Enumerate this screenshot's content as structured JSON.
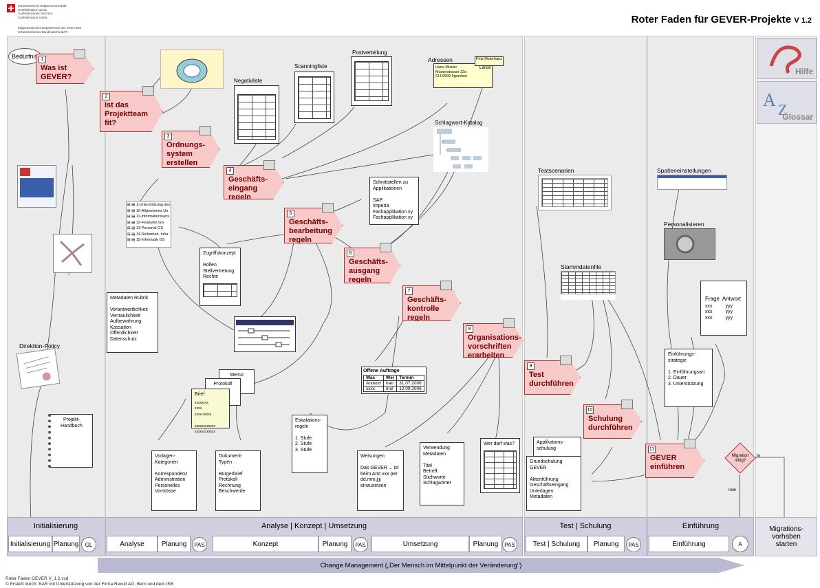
{
  "header": {
    "logo_lines": [
      "Schweizerische Eidgenossenschaft",
      "Confédération suisse",
      "Confederazione Svizzera",
      "Confederaziun svizra"
    ],
    "dept_lines": [
      "Eidgenössisches Departement des Innern EDI",
      "Schweizerisches Bundesarchiv BAR"
    ],
    "title": "Roter Faden für GEVER-Projekte",
    "version": "V 1.2"
  },
  "side_buttons": {
    "help": "Hilfe",
    "glossary": "Glossar"
  },
  "phases": {
    "init": {
      "title": "Initialisierung",
      "subs": [
        "Initialisierung",
        "Planung"
      ],
      "circle": "GL"
    },
    "analyse": {
      "title": "Analyse | Konzept | Umsetzung",
      "subs": [
        "Analyse",
        "Planung",
        "Konzept",
        "Planung",
        "Umsetzung",
        "Planung"
      ],
      "circle": "PAS"
    },
    "test": {
      "title": "Test | Schulung",
      "subs": [
        "Test | Schulung",
        "Planung"
      ],
      "circle": "PAS"
    },
    "einf": {
      "title": "Einführung",
      "subs": [
        "Einführung"
      ],
      "circle": "A"
    },
    "migration": "Migrations-\nvorhaben\nstarten"
  },
  "steps": [
    {
      "n": "1",
      "t": "Was ist\nGEVER?"
    },
    {
      "n": "2",
      "t": "Ist das\nProjektteam\nfit?"
    },
    {
      "n": "3",
      "t": "Ordnungs-\nsystem\nerstellen"
    },
    {
      "n": "4",
      "t": "Geschäfts-\neingang\nregeln"
    },
    {
      "n": "5",
      "t": "Geschäfts-\nbearbeitung\nregeln"
    },
    {
      "n": "6",
      "t": "Geschäfts-\nausgang\nregeln"
    },
    {
      "n": "7",
      "t": "Geschäfts-\nkontrolle\nregeln"
    },
    {
      "n": "8",
      "t": "Organisations-\nvorschriften\nerarbeiten"
    },
    {
      "n": "9",
      "t": "Test\ndurchführen"
    },
    {
      "n": "10",
      "t": "Schulung\ndurchführen"
    },
    {
      "n": "11",
      "t": "GEVER\neinführen"
    }
  ],
  "labels": {
    "beduerfnis": "Bedürfnis",
    "direktion": "Direktion-Policy",
    "projekthandbuch": "Projekt-\nHandbuch",
    "negativliste": "Negativliste",
    "scanningliste": "Scanningliste",
    "postverteilung": "Postverteilung",
    "adressen": "Adressen",
    "schlagwort": "Schlagwort-Katalog",
    "testscenarien": "Testscenarien",
    "spalten": "Spalteneinstellungen",
    "personalisieren": "Personalisieren",
    "stammdaten": "Stammdatenfile",
    "wer_darf": "Wer darf was?",
    "memo": "Memo",
    "protokoll": "Protokoll",
    "brief": "Brief"
  },
  "address": {
    "name": "Fritz Meierhans",
    "lines": "Hans Muster\nMusterstrasse 22a\nCH-9999 Irgendwo",
    "lande": "Lande"
  },
  "schnittstellen": "Schnittstellen zu\nApplikationen\n\nSAP\nImperia\nFachapplikation xy\nFachapplikation xy",
  "zugriff": "Zugriffskonzept\n\nRollen\nStellvertretung\nRechte",
  "metadaten": "Metadaten Rubrik\n\nVerantwortlichkeit\nVertraulichkeit\nAufbewahrung\nKassation\nÖffentlichkeit\nDatenschutz",
  "tree_items": [
    "1-Unterstützung des",
    "10-Allgemeines Un",
    "11-Informationsvers",
    "12-Finanzen GS",
    "13-Personal GS",
    "14-Sicherheit, Infra",
    "15-Informatik GS"
  ],
  "vorlagen": "Vorlagen-\nKategorien\n\nKorrespondenz\nAdministration\nPersonelles\nVorstösse",
  "dokument": "Dokument-\nTypen\n\nBürgerbrief\nProtokoll\nRechnung\nBeschwerde",
  "eskalation": "Eskalations-\nregeln\n\n1. Stufe\n2. Stufe\n3. Stufe",
  "weisungen": "Weisungen\n\nDas GEVER ... ist\nbeim Amt xxx per\ndd.mm.jjjj\neinzusetzen",
  "verwendung": "Verwendung\nMetadaten\n\nTitel\nBetreff\nStichworte\nSchlagwörter",
  "offene": {
    "title": "Offene Aufträge",
    "head": [
      "Was",
      "Wer",
      "Termin"
    ],
    "rows": [
      [
        "Antwort",
        "hab",
        "31.07.2006"
      ],
      [
        "xxxx",
        "mul",
        "12.09.2006"
      ]
    ]
  },
  "applikation": "Applikations-\nschulung",
  "grundschulung": "Grundschulung\nGEVER\n\nAktenführung\nGeschäftseingang\nUnterlagen\nMetadaten",
  "strategie": "Einführungs-\nstrategie\n\n1. Einführungsart\n2. Dauer\n3. Unterstützung",
  "faq": {
    "q": "Frage",
    "a": "Antwort",
    "rows": [
      [
        "xxx",
        "yyy"
      ],
      [
        "xxx",
        "yyy"
      ],
      [
        "xxx",
        "yyy"
      ]
    ]
  },
  "migration_q": "Migration\nnötig?",
  "ja": "ja",
  "nein": "nein",
  "change": "Change Management („Der Mensch im Mittelpunkt der Veränderung\")",
  "footer": "Roter Faden GEVER V_1.2.vsd\n© Erstellt durch: BAR mit Unterstützung von der Firma Rexult AG, Bern und dem ISB",
  "colors": {
    "step_fill": "#f7c9c9",
    "phase_bar": "#cfcfe0",
    "arrow": "#b9b9d2"
  }
}
